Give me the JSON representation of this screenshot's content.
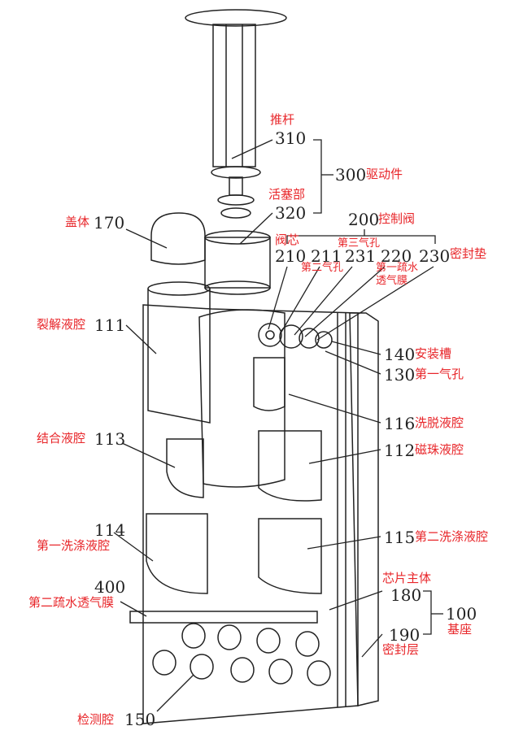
{
  "colors": {
    "label": "#e8262a",
    "line": "#222222"
  },
  "labels": {
    "l310": {
      "num": "310",
      "name": "推杆"
    },
    "l320": {
      "num": "320",
      "name": "活塞部"
    },
    "l300": {
      "num": "300",
      "name": "驱动件"
    },
    "l200": {
      "num": "200",
      "name": "控制阀"
    },
    "l170": {
      "num": "170",
      "name": "盖体"
    },
    "l210": {
      "num": "210",
      "name": "阀芯"
    },
    "l211": {
      "num": "211",
      "name": "第二气孔"
    },
    "l231": {
      "num": "231",
      "name": "第三气孔"
    },
    "l220": {
      "num": "220",
      "name1": "第一疏水",
      "name2": "透气膜"
    },
    "l230": {
      "num": "230",
      "name": "密封垫"
    },
    "l111": {
      "num": "111",
      "name": "裂解液腔"
    },
    "l140": {
      "num": "140",
      "name": "安装槽"
    },
    "l130": {
      "num": "130",
      "name": "第一气孔"
    },
    "l116": {
      "num": "116",
      "name": "洗脱液腔"
    },
    "l113": {
      "num": "113",
      "name": "结合液腔"
    },
    "l112": {
      "num": "112",
      "name": "磁珠液腔"
    },
    "l114": {
      "num": "114",
      "name": "第一洗涤液腔"
    },
    "l115": {
      "num": "115",
      "name": "第二洗涤液腔"
    },
    "l400": {
      "num": "400",
      "name": "第二疏水透气膜"
    },
    "l180": {
      "num": "180",
      "name": "芯片主体"
    },
    "l100": {
      "num": "100",
      "name": "基座"
    },
    "l190": {
      "num": "190",
      "name": "密封层"
    },
    "l150": {
      "num": "150",
      "name": "检测腔"
    }
  }
}
